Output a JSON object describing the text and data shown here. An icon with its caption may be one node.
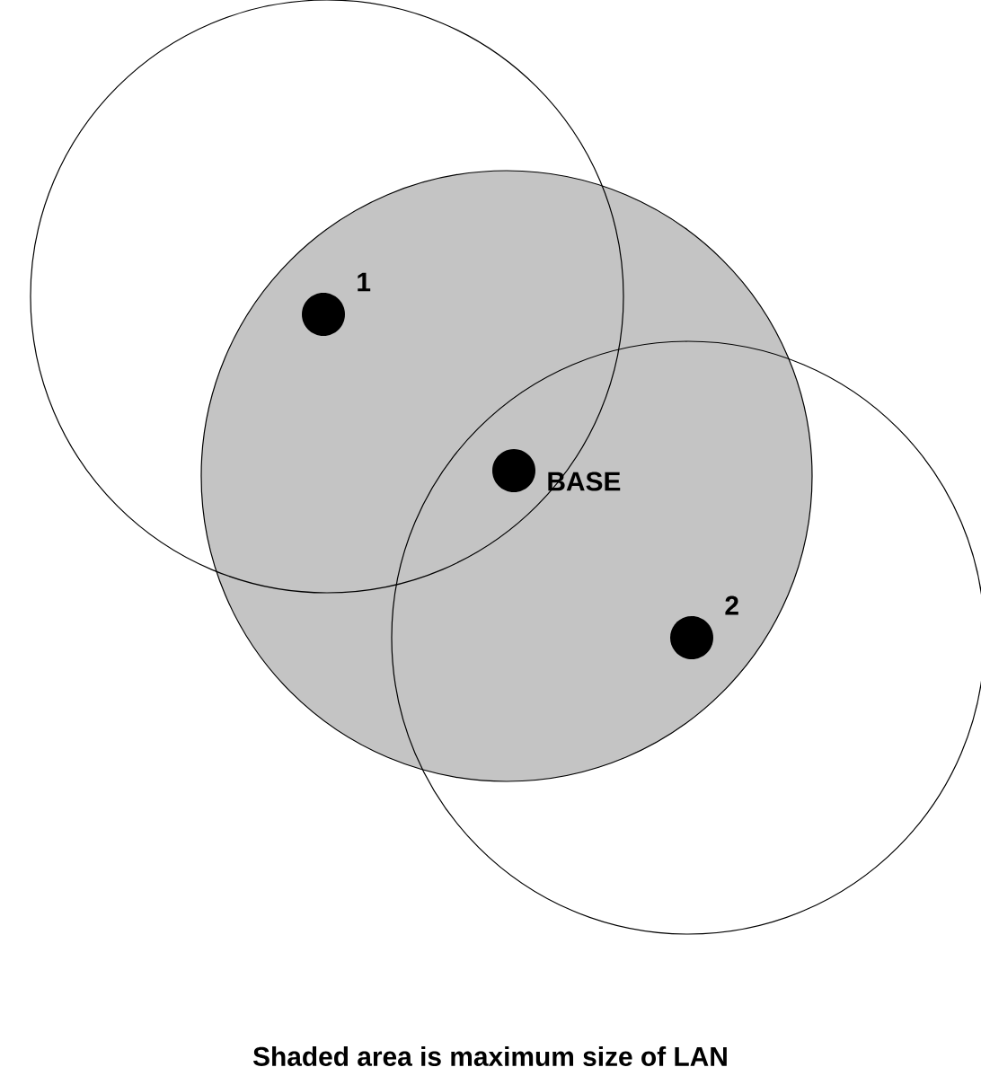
{
  "diagram": {
    "caption": "Shaded area is maximum size of LAN",
    "nodes": [
      {
        "text": [],
        "shape": "circle"
      },
      {
        "text": [],
        "shape": "circle"
      },
      {
        "text": [],
        "shape": "circle"
      },
      {
        "text": [],
        "shape": "circle",
        "beside": [
          "1"
        ]
      },
      {
        "text": [],
        "shape": "circle",
        "beside": [
          "BASE"
        ]
      },
      {
        "text": [],
        "shape": "circle",
        "beside": [
          "2"
        ]
      }
    ],
    "edges": []
  }
}
